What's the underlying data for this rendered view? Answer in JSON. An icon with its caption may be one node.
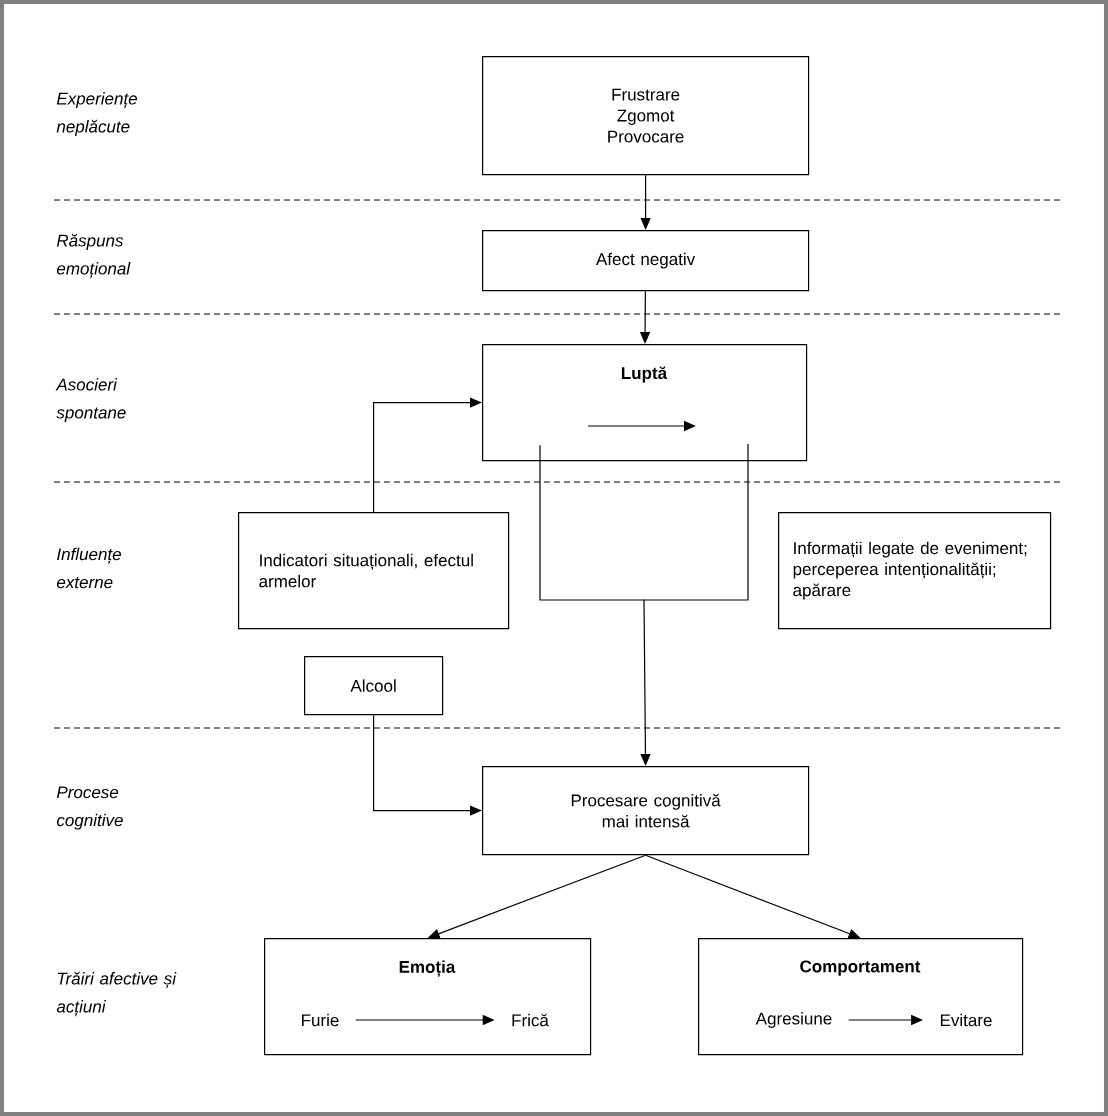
{
  "diagram": {
    "nodes": [
      {
        "text": [
          "Frustrare",
          "Zgomot",
          "Provocare"
        ]
      },
      {
        "text": [
          "Afect negativ"
        ]
      },
      {
        "text": [
          "**Luptă**"
        ]
      },
      {
        "text": [
          "Indicatori situaționali, efectul armelor"
        ]
      },
      {
        "text": [
          "Informații legate de eveniment; perceperea intenționalității; apărare"
        ]
      },
      {
        "text": [
          "Alcool"
        ]
      },
      {
        "text": [
          "Procesare cognitivă mai intensă"
        ]
      },
      {
        "text": [
          "**Emoția**"
        ]
      },
      {
        "text": [
          "Furie"
        ],
        "in": 7
      },
      {
        "text": [
          "Frică"
        ],
        "in": 7
      },
      {
        "text": [
          "**Comportament**"
        ]
      },
      {
        "text": [
          "Agresiune"
        ],
        "in": 10
      },
      {
        "text": [
          "Evitare"
        ],
        "in": 10
      }
    ],
    "edges": [
      {
        "from": 0,
        "to": 1,
        "arrow": "to"
      },
      {
        "from": 1,
        "to": 2,
        "arrow": "to"
      },
      {
        "from": 3,
        "to": 2,
        "arrow": "to"
      },
      {
        "from": 2,
        "to": 6,
        "arrow": "to"
      },
      {
        "from": 5,
        "to": 6,
        "arrow": "to"
      },
      {
        "from": 6,
        "to": 7,
        "arrow": "to"
      },
      {
        "from": 6,
        "to": 10,
        "arrow": "to"
      },
      {
        "from": 8,
        "to": 9,
        "arrow": "to"
      },
      {
        "from": 11,
        "to": 12,
        "arrow": "to"
      }
    ],
    "labels": [
      "Experiențe neplăcute",
      "Răspuns emoțional",
      "Asocieri spontane",
      "Influențe externe",
      "Procese cognitive",
      "Trăiri afective și acțiuni"
    ]
  }
}
